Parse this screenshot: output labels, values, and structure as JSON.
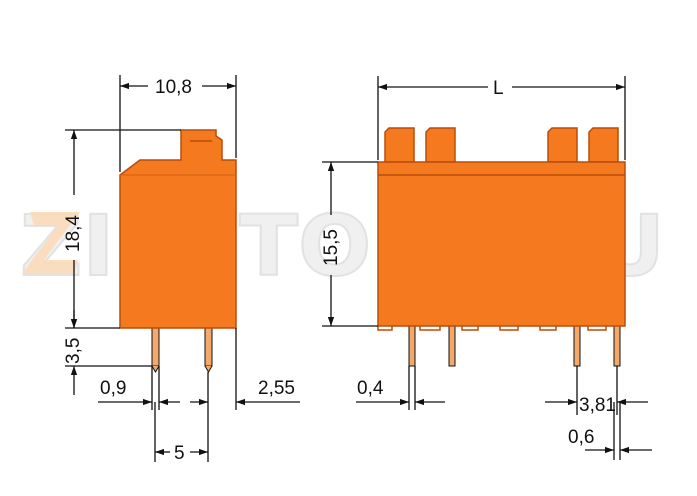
{
  "colors": {
    "body_fill": "#f4791f",
    "body_edge": "#b84d0a",
    "pin_fill": "#f4a86a",
    "line": "#111111",
    "watermark_fill": "#f0f0f0",
    "watermark_stroke": "#e2e2e2",
    "watermark_accent": "#fbd9b6"
  },
  "watermark": {
    "text": "ZIPSTORE.RU"
  },
  "dimensions": {
    "width_top": "10,8",
    "height_left": "18,4",
    "pin_length": "3,5",
    "pin_width_left": "0,9",
    "pin_pitch": "5",
    "offset_right": "2,55",
    "length_top": "L",
    "height_front": "15,5",
    "pin_width_front": "0,4",
    "pitch_front": "3,81",
    "pin_thickness": "0,6"
  }
}
